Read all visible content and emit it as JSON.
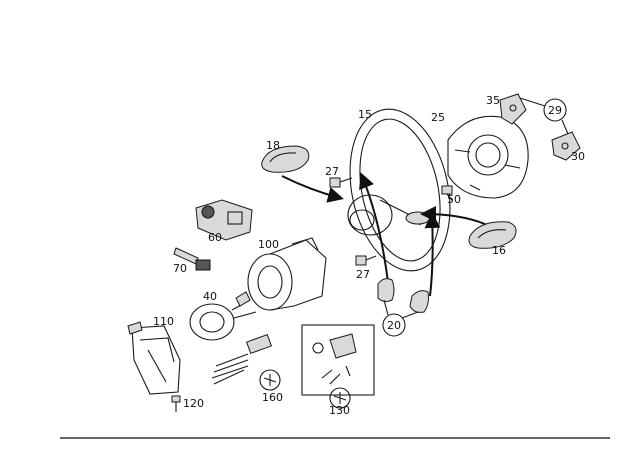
{
  "diagram": {
    "labels": {
      "p15": "15",
      "p16": "16",
      "p18": "18",
      "p20": "20",
      "p25": "25",
      "p27a": "27",
      "p27b": "27",
      "p29": "29",
      "p30": "30",
      "p35": "35",
      "p40": "40",
      "p50": "50",
      "p60": "60",
      "p70": "70",
      "p100": "100",
      "p110": "110",
      "p120": "120",
      "p130": "130",
      "p160": "160"
    }
  },
  "colors": {
    "line": "#1a1a1a",
    "part_fill": "#d9d9d9",
    "background": "#ffffff"
  }
}
